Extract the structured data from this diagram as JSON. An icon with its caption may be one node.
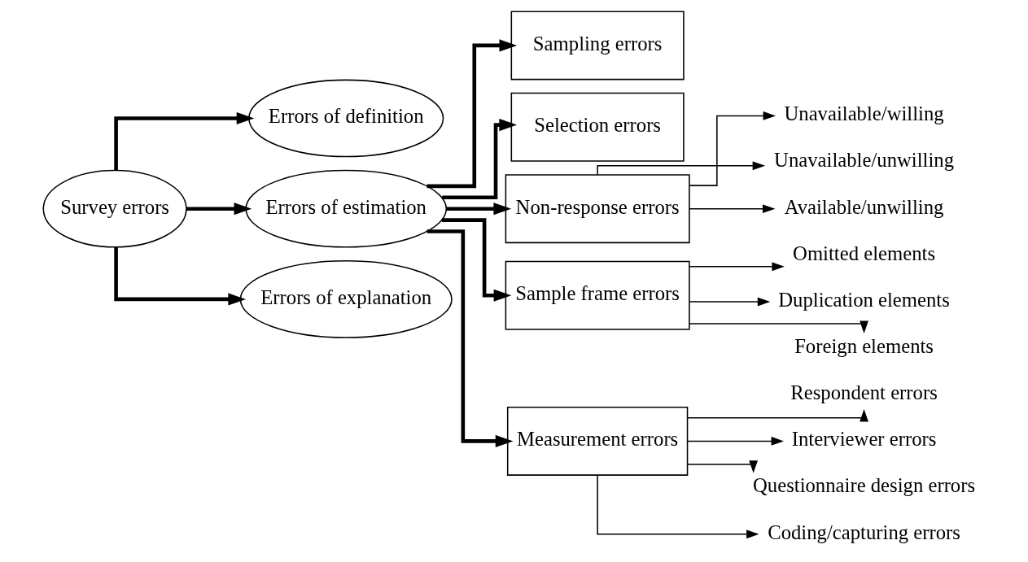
{
  "diagram": {
    "nodes": [
      {
        "text": [
          "Survey errors"
        ]
      },
      {
        "text": [
          "Errors of definition"
        ]
      },
      {
        "text": [
          "Errors of estimation"
        ]
      },
      {
        "text": [
          "Errors of explanation"
        ]
      },
      {
        "text": [
          "Sampling errors"
        ]
      },
      {
        "text": [
          "Selection errors"
        ]
      },
      {
        "text": [
          "Non-response errors"
        ]
      },
      {
        "text": [
          "Sample frame errors"
        ]
      },
      {
        "text": [
          "Measurement errors"
        ]
      },
      {
        "text": [
          "Unavailable/willing"
        ]
      },
      {
        "text": [
          "Unavailable/unwilling"
        ]
      },
      {
        "text": [
          "Available/unwilling"
        ]
      },
      {
        "text": [
          "Omitted elements"
        ]
      },
      {
        "text": [
          "Duplication elements"
        ]
      },
      {
        "text": [
          "Foreign elements"
        ]
      },
      {
        "text": [
          "Respondent errors"
        ]
      },
      {
        "text": [
          "Interviewer errors"
        ]
      },
      {
        "text": [
          "Questionnaire design errors"
        ]
      },
      {
        "text": [
          "Coding/capturing errors"
        ]
      }
    ],
    "edges": [
      {
        "from": 0,
        "to": 1,
        "arrow": "to",
        "style": "thick"
      },
      {
        "from": 0,
        "to": 2,
        "arrow": "to",
        "style": "thick"
      },
      {
        "from": 0,
        "to": 3,
        "arrow": "to",
        "style": "thick"
      },
      {
        "from": 2,
        "to": 4,
        "arrow": "to",
        "style": "thick"
      },
      {
        "from": 2,
        "to": 5,
        "arrow": "to",
        "style": "thick"
      },
      {
        "from": 2,
        "to": 6,
        "arrow": "to",
        "style": "thick"
      },
      {
        "from": 2,
        "to": 7,
        "arrow": "to",
        "style": "thick"
      },
      {
        "from": 2,
        "to": 8,
        "arrow": "to",
        "style": "thick"
      },
      {
        "from": 6,
        "to": 9,
        "arrow": "to"
      },
      {
        "from": 6,
        "to": 10,
        "arrow": "to"
      },
      {
        "from": 6,
        "to": 11,
        "arrow": "to"
      },
      {
        "from": 7,
        "to": 12,
        "arrow": "to"
      },
      {
        "from": 7,
        "to": 13,
        "arrow": "to"
      },
      {
        "from": 7,
        "to": 14,
        "arrow": "to"
      },
      {
        "from": 8,
        "to": 15,
        "arrow": "to"
      },
      {
        "from": 8,
        "to": 16,
        "arrow": "to"
      },
      {
        "from": 8,
        "to": 17,
        "arrow": "to"
      },
      {
        "from": 8,
        "to": 18,
        "arrow": "to"
      }
    ]
  }
}
